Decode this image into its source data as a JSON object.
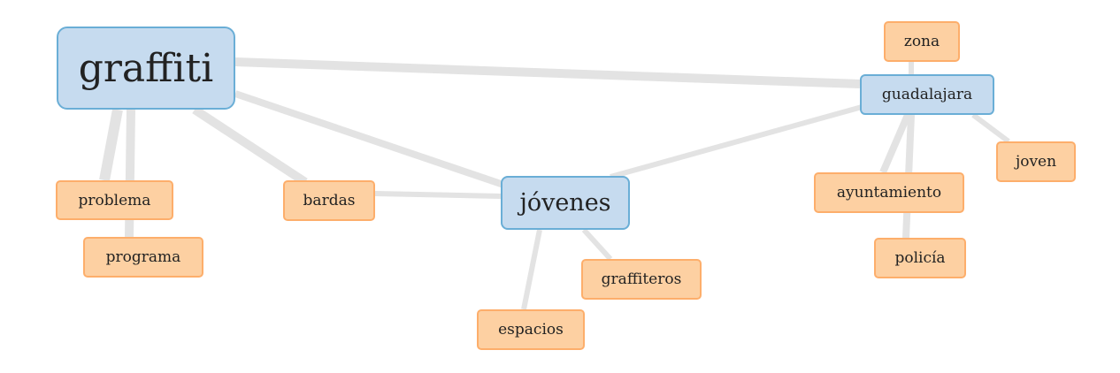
{
  "nodes": [
    {
      "id": "graffiti",
      "label": "graffiti",
      "kind": "primary"
    },
    {
      "id": "guadalajara",
      "label": "guadalajara",
      "kind": "primary"
    },
    {
      "id": "jovenes",
      "label": "jóvenes",
      "kind": "primary"
    },
    {
      "id": "zona",
      "label": "zona",
      "kind": "secondary"
    },
    {
      "id": "joven",
      "label": "joven",
      "kind": "secondary"
    },
    {
      "id": "ayuntamiento",
      "label": "ayuntamiento",
      "kind": "secondary"
    },
    {
      "id": "policia",
      "label": "policía",
      "kind": "secondary"
    },
    {
      "id": "problema",
      "label": "problema",
      "kind": "secondary"
    },
    {
      "id": "programa",
      "label": "programa",
      "kind": "secondary"
    },
    {
      "id": "bardas",
      "label": "bardas",
      "kind": "secondary"
    },
    {
      "id": "graffiteros",
      "label": "graffiteros",
      "kind": "secondary"
    },
    {
      "id": "espacios",
      "label": "espacios",
      "kind": "secondary"
    }
  ],
  "edges": [
    {
      "from": "graffiti",
      "to": "guadalajara",
      "weight": 4
    },
    {
      "from": "graffiti",
      "to": "jovenes",
      "weight": 3
    },
    {
      "from": "graffiti",
      "to": "problema",
      "weight": 5
    },
    {
      "from": "graffiti",
      "to": "programa",
      "weight": 4
    },
    {
      "from": "graffiti",
      "to": "bardas",
      "weight": 4
    },
    {
      "from": "jovenes",
      "to": "guadalajara",
      "weight": 2
    },
    {
      "from": "jovenes",
      "to": "bardas",
      "weight": 2
    },
    {
      "from": "jovenes",
      "to": "graffiteros",
      "weight": 2
    },
    {
      "from": "jovenes",
      "to": "espacios",
      "weight": 2
    },
    {
      "from": "guadalajara",
      "to": "zona",
      "weight": 2
    },
    {
      "from": "guadalajara",
      "to": "joven",
      "weight": 2
    },
    {
      "from": "guadalajara",
      "to": "ayuntamiento",
      "weight": 3
    },
    {
      "from": "guadalajara",
      "to": "policia",
      "weight": 3
    }
  ],
  "colors": {
    "primary_fill": "#c6dbef",
    "primary_border": "#6aaed6",
    "secondary_fill": "#fdd0a2",
    "secondary_border": "#fdae6b",
    "edge": "#e3e3e3"
  }
}
